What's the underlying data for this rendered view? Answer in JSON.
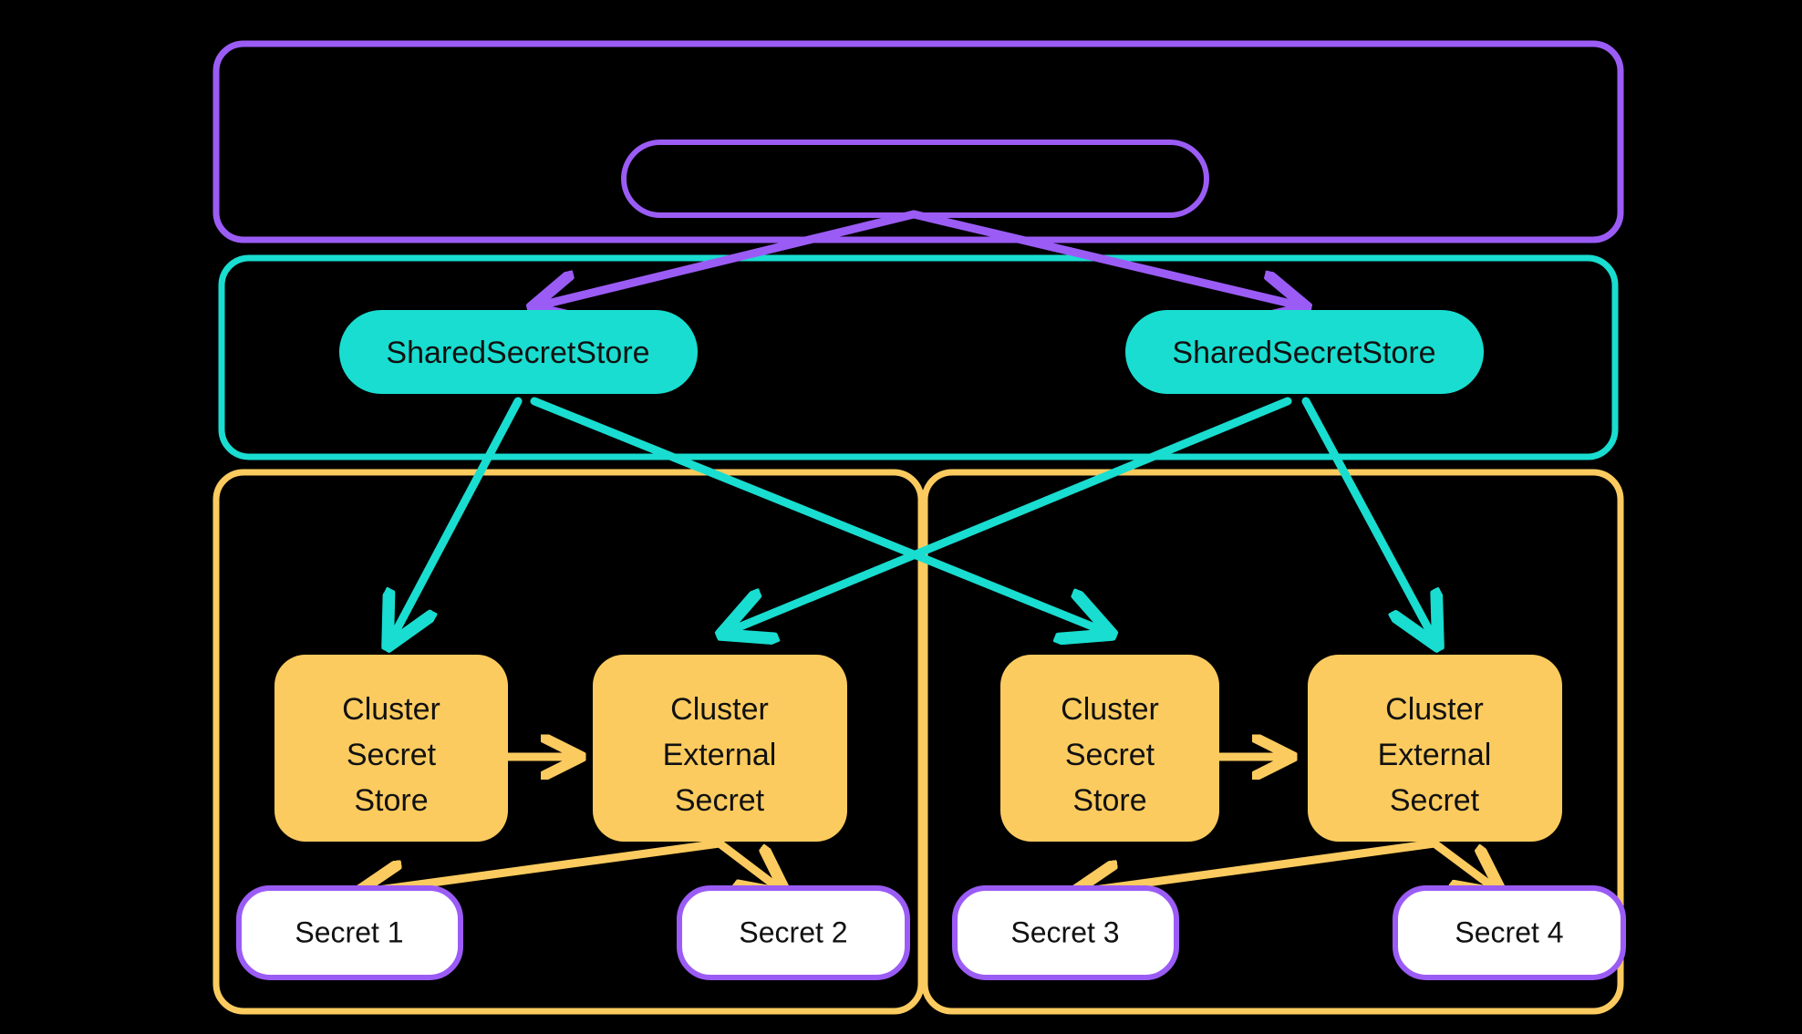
{
  "diagram": {
    "type": "architecture-flow",
    "background_color": "#000000",
    "containers": [
      {
        "id": "top-container",
        "label": "",
        "border_color": "#9B5CF6",
        "fill": "none"
      },
      {
        "id": "shared-layer-container",
        "label": "",
        "border_color": "#19DDD0",
        "fill": "none"
      },
      {
        "id": "cluster-left-container",
        "label": "",
        "border_color": "#FCCB5F",
        "fill": "none"
      },
      {
        "id": "cluster-right-container",
        "label": "",
        "border_color": "#FCCB5F",
        "fill": "none"
      }
    ],
    "nodes": {
      "controller": {
        "label": "",
        "border_color": "#9B5CF6",
        "fill": "none"
      },
      "shared_store_left": {
        "label": "SharedSecretStore",
        "fill": "#19DDD0",
        "text_color": "#111111"
      },
      "shared_store_right": {
        "label": "SharedSecretStore",
        "fill": "#19DDD0",
        "text_color": "#111111"
      },
      "cluster_secret_store_left": {
        "lines": [
          "Cluster",
          "Secret",
          "Store"
        ],
        "fill": "#FCCB5F",
        "text_color": "#111111"
      },
      "cluster_external_secret_left": {
        "lines": [
          "Cluster",
          "External",
          "Secret"
        ],
        "fill": "#FCCB5F",
        "text_color": "#111111"
      },
      "cluster_secret_store_right": {
        "lines": [
          "Cluster",
          "Secret",
          "Store"
        ],
        "fill": "#FCCB5F",
        "text_color": "#111111"
      },
      "cluster_external_secret_right": {
        "lines": [
          "Cluster",
          "External",
          "Secret"
        ],
        "fill": "#FCCB5F",
        "text_color": "#111111"
      },
      "secret_1": {
        "label": "Secret 1",
        "fill": "#FFFFFF",
        "border_color": "#9B5CF6",
        "text_color": "#111111"
      },
      "secret_2": {
        "label": "Secret 2",
        "fill": "#FFFFFF",
        "border_color": "#9B5CF6",
        "text_color": "#111111"
      },
      "secret_3": {
        "label": "Secret 3",
        "fill": "#FFFFFF",
        "border_color": "#9B5CF6",
        "text_color": "#111111"
      },
      "secret_4": {
        "label": "Secret 4",
        "fill": "#FFFFFF",
        "border_color": "#9B5CF6",
        "text_color": "#111111"
      }
    },
    "edges": [
      {
        "from": "controller",
        "to": "shared_store_left",
        "color": "#9B5CF6",
        "label": ""
      },
      {
        "from": "controller",
        "to": "shared_store_right",
        "color": "#9B5CF6",
        "label": ""
      },
      {
        "from": "shared_store_left",
        "to": "cluster_secret_store_left",
        "color": "#19DDD0",
        "label": ""
      },
      {
        "from": "shared_store_left",
        "to": "cluster_secret_store_right",
        "color": "#19DDD0",
        "label": ""
      },
      {
        "from": "shared_store_right",
        "to": "cluster_external_secret_left",
        "color": "#19DDD0",
        "label": ""
      },
      {
        "from": "shared_store_right",
        "to": "cluster_external_secret_right",
        "color": "#19DDD0",
        "label": ""
      },
      {
        "from": "cluster_secret_store_left",
        "to": "cluster_external_secret_left",
        "color": "#FCCB5F",
        "label": ""
      },
      {
        "from": "cluster_secret_store_right",
        "to": "cluster_external_secret_right",
        "color": "#FCCB5F",
        "label": ""
      },
      {
        "from": "cluster_external_secret_left",
        "to": "secret_1",
        "color": "#FCCB5F",
        "label": ""
      },
      {
        "from": "cluster_external_secret_left",
        "to": "secret_2",
        "color": "#FCCB5F",
        "label": ""
      },
      {
        "from": "cluster_external_secret_right",
        "to": "secret_3",
        "color": "#FCCB5F",
        "label": ""
      },
      {
        "from": "cluster_external_secret_right",
        "to": "secret_4",
        "color": "#FCCB5F",
        "label": ""
      }
    ],
    "colors": {
      "purple": "#9B5CF6",
      "teal": "#19DDD0",
      "yellow": "#FCCB5F",
      "white": "#FFFFFF",
      "black": "#000000",
      "text": "#111111"
    }
  }
}
